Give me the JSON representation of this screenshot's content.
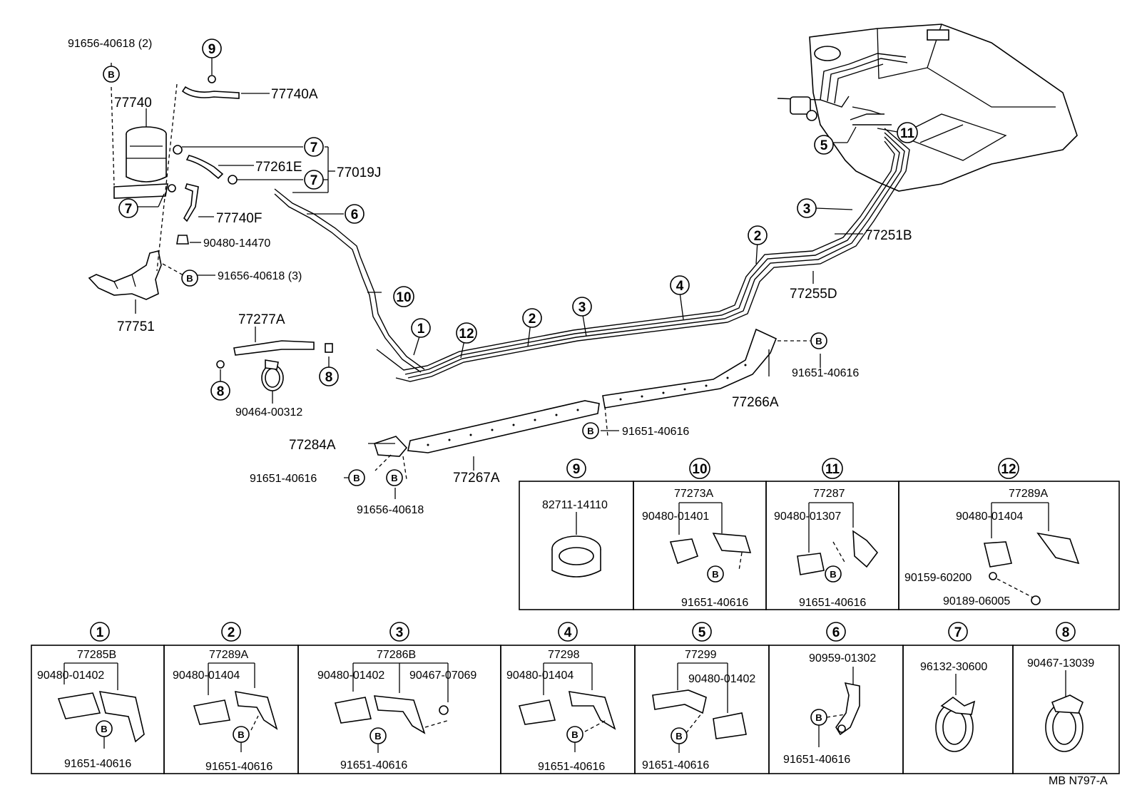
{
  "labels": {
    "p_91656_40618_2": "91656-40618 (2)",
    "p_77740": "77740",
    "p_77740A": "77740A",
    "p_77261E": "77261E",
    "p_77019J": "77019J",
    "p_77740F": "77740F",
    "p_90480_14470": "90480-14470",
    "p_91656_40618_3": "91656-40618 (3)",
    "p_77751": "77751",
    "p_77277A": "77277A",
    "p_90464_00312": "90464-00312",
    "p_77251B": "77251B",
    "p_77255D": "77255D",
    "p_91651_40616_a": "91651-40616",
    "p_77266A": "77266A",
    "p_91651_40616_b": "91651-40616",
    "p_77284A": "77284A",
    "p_91651_40616_c": "91651-40616",
    "p_91656_40618_d": "91656-40618",
    "p_77267A": "77267A",
    "footer": "MB  N797-A"
  },
  "markers": {
    "b": "B",
    "n1": "1",
    "n2": "2",
    "n3": "3",
    "n4": "4",
    "n5": "5",
    "n6": "6",
    "n7": "7",
    "n8": "8",
    "n9": "9",
    "n10": "10",
    "n11": "11",
    "n12": "12"
  },
  "boxes_top": [
    {
      "num": "9",
      "title": "",
      "labels": [
        "82711-14110"
      ]
    },
    {
      "num": "10",
      "title": "77273A",
      "labels": [
        "90480-01401",
        "91651-40616"
      ]
    },
    {
      "num": "11",
      "title": "77287",
      "labels": [
        "90480-01307",
        "91651-40616"
      ]
    },
    {
      "num": "12",
      "title": "77289A",
      "labels": [
        "90480-01404",
        "90159-60200",
        "90189-06005"
      ]
    }
  ],
  "boxes_bottom": [
    {
      "num": "1",
      "title": "77285B",
      "labels": [
        "90480-01402",
        "91651-40616"
      ]
    },
    {
      "num": "2",
      "title": "77289A",
      "labels": [
        "90480-01404",
        "91651-40616"
      ]
    },
    {
      "num": "3",
      "title": "77286B",
      "labels": [
        "90480-01402",
        "90467-07069",
        "91651-40616"
      ]
    },
    {
      "num": "4",
      "title": "77298",
      "labels": [
        "90480-01404",
        "91651-40616"
      ]
    },
    {
      "num": "5",
      "title": "77299",
      "labels": [
        "90480-01402",
        "91651-40616"
      ]
    },
    {
      "num": "6",
      "title": "",
      "labels": [
        "90959-01302",
        "91651-40616"
      ]
    },
    {
      "num": "7",
      "title": "",
      "labels": [
        "96132-30600"
      ]
    },
    {
      "num": "8",
      "title": "",
      "labels": [
        "90467-13039"
      ]
    }
  ]
}
